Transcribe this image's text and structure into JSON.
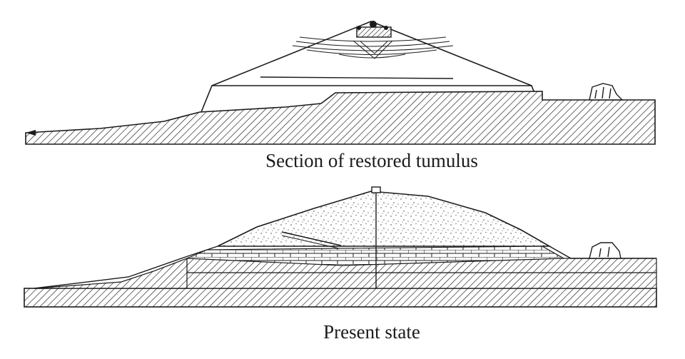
{
  "figure": {
    "panels": [
      {
        "id": "restored",
        "caption": "Section of restored tumulus"
      },
      {
        "id": "present",
        "caption": "Present state"
      }
    ],
    "colors": {
      "ink": "#1b1b1b",
      "paper": "#ffffff"
    }
  }
}
